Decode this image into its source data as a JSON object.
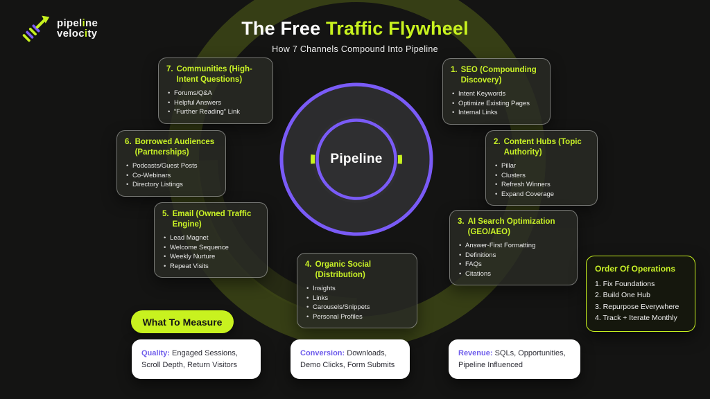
{
  "logo": {
    "line1_a": "pipel",
    "line1_b": "i",
    "line1_c": "ne",
    "line2_a": "veloc",
    "line2_b": "i",
    "line2_c": "ty"
  },
  "header": {
    "title_white": "The Free",
    "title_green": "Traffic Flywheel",
    "subtitle": "How 7 Channels Compound Into Pipeline"
  },
  "center": {
    "label": "Pipeline"
  },
  "channels": [
    {
      "number": "1.",
      "title": "SEO (Compounding Discovery)",
      "bullets": [
        "Intent Keywords",
        "Optimize Existing Pages",
        "Internal Links"
      ]
    },
    {
      "number": "2.",
      "title": "Content Hubs (Topic Authority)",
      "bullets": [
        "Pillar",
        "Clusters",
        "Refresh Winners",
        "Expand Coverage"
      ]
    },
    {
      "number": "3.",
      "title": "AI Search Optimization (GEO/AEO)",
      "bullets": [
        "Answer-First Formatting",
        "Definitions",
        "FAQs",
        "Citations"
      ]
    },
    {
      "number": "4.",
      "title": "Organic Social (Distribution)",
      "bullets": [
        "Insights",
        "Links",
        "Carousels/Snippets",
        "Personal Profiles"
      ]
    },
    {
      "number": "5.",
      "title": "Email (Owned Traffic Engine)",
      "bullets": [
        "Lead Magnet",
        "Welcome Sequence",
        "Weekly Nurture",
        "Repeat Visits"
      ]
    },
    {
      "number": "6.",
      "title": "Borrowed Audiences (Partnerships)",
      "bullets": [
        "Podcasts/Guest Posts",
        "Co-Webinars",
        "Directory Listings"
      ]
    },
    {
      "number": "7.",
      "title": "Communities (High-Intent Questions)",
      "bullets": [
        "Forums/Q&A",
        "Helpful Answers",
        "“Further Reading” Link"
      ]
    }
  ],
  "order_of_operations": {
    "title": "Order Of Operations",
    "steps": [
      "1. Fix Foundations",
      "2. Build One Hub",
      "3. Repurpose Everywhere",
      "4. Track + Iterate Monthly"
    ]
  },
  "measure": {
    "button_label": "What To Measure",
    "cards": [
      {
        "label": "Quality:",
        "text": " Engaged Sessions, Scroll Depth, Return Visitors"
      },
      {
        "label": "Conversion:",
        "text": " Downloads, Demo Clicks, Form Submits"
      },
      {
        "label": "Revenue:",
        "text": " SQLs, Opportunities, Pipeline Influenced"
      }
    ]
  },
  "colors": {
    "accent_green": "#c8f21f",
    "accent_purple": "#7a5bf7",
    "label_purple": "#6e5ceb",
    "olive_ring": "#3f4816",
    "background": "#141413",
    "card_white": "#ffffff"
  }
}
